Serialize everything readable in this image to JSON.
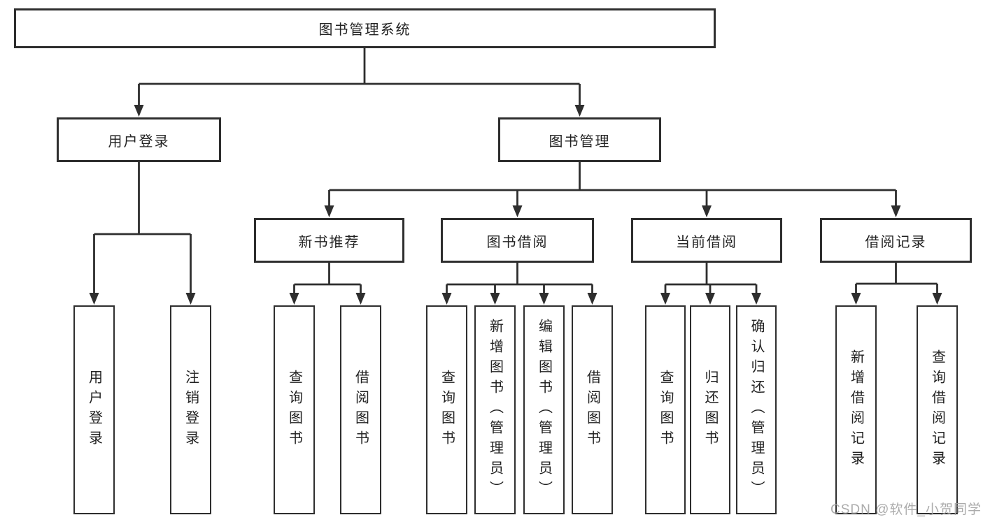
{
  "diagram": {
    "root": {
      "label": "图书管理系统"
    },
    "modules": [
      {
        "label": "用户登录",
        "children": [
          "用户登录",
          "注销登录"
        ]
      },
      {
        "label": "图书管理",
        "submodules": [
          {
            "label": "新书推荐",
            "children": [
              "查询图书",
              "借阅图书"
            ]
          },
          {
            "label": "图书借阅",
            "children": [
              "查询图书",
              "新增图书（管理员）",
              "编辑图书（管理员）",
              "借阅图书"
            ]
          },
          {
            "label": "当前借阅",
            "children": [
              "查询图书",
              "归还图书",
              "确认归还（管理员）"
            ]
          },
          {
            "label": "借阅记录",
            "children": [
              "新增借阅记录",
              "查询借阅记录"
            ]
          }
        ]
      }
    ]
  },
  "watermark": {
    "text": "CSDN @软件_小贺同学"
  },
  "colors": {
    "line": "#2e2e2e",
    "text": "#222222",
    "box_fill": "#ffffff",
    "watermark": "#a3a3a3",
    "background": "#ffffff"
  }
}
